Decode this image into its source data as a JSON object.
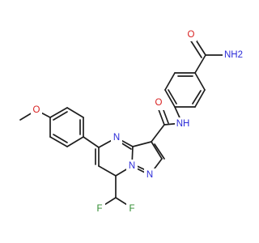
{
  "colors": {
    "bond": "#1e1e1e",
    "carbon": "#1e1e1e",
    "nitrogen": "#2b2bd8",
    "oxygen": "#d81f1f",
    "fluorine": "#2e8b2e"
  },
  "atoms": {
    "o_amide_top": "O",
    "nh2_top": "NH2",
    "o_amide_mid": "O",
    "nh_amide": "NH",
    "n_pyrimidine": "N",
    "n_bridge": "N",
    "n_pyrazole": "N",
    "o_methoxy": "O",
    "f_left": "F",
    "f_right": "F"
  }
}
